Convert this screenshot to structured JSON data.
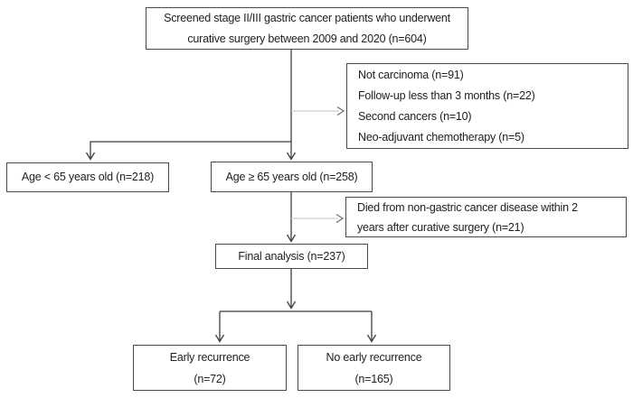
{
  "colors": {
    "background": "#ffffff",
    "box-border": "#4b4b4b",
    "line": "#3f3f3f",
    "faint-line": "#cfcfcf",
    "faint-head": "#6e6e6e",
    "text": "#212121"
  },
  "flowchart": {
    "screened": {
      "lines": [
        "Screened stage II/III gastric cancer patients who underwent",
        "curative surgery between 2009 and 2020 (n=604)"
      ],
      "n": 604
    },
    "exclusions_1": {
      "lines": [
        "Not carcinoma (n=91)",
        "Follow-up less than 3 months (n=22)",
        "Second cancers (n=10)",
        "Neo-adjuvant chemotherapy (n=5)"
      ]
    },
    "age_lt_65": {
      "label": "Age < 65 years old (n=218)",
      "n": 218
    },
    "age_ge_65": {
      "label": "Age ≥ 65 years old (n=258)",
      "n": 258
    },
    "exclusions_2": {
      "lines": [
        "Died from non-gastric cancer disease within 2",
        "years after curative surgery (n=21)"
      ],
      "n": 21
    },
    "final_analysis": {
      "label": "Final analysis (n=237)",
      "n": 237
    },
    "early_recurrence": {
      "lines": [
        "Early recurrence",
        "(n=72)"
      ],
      "n": 72
    },
    "no_early_recurrence": {
      "lines": [
        "No early recurrence",
        "(n=165)"
      ],
      "n": 165
    }
  }
}
